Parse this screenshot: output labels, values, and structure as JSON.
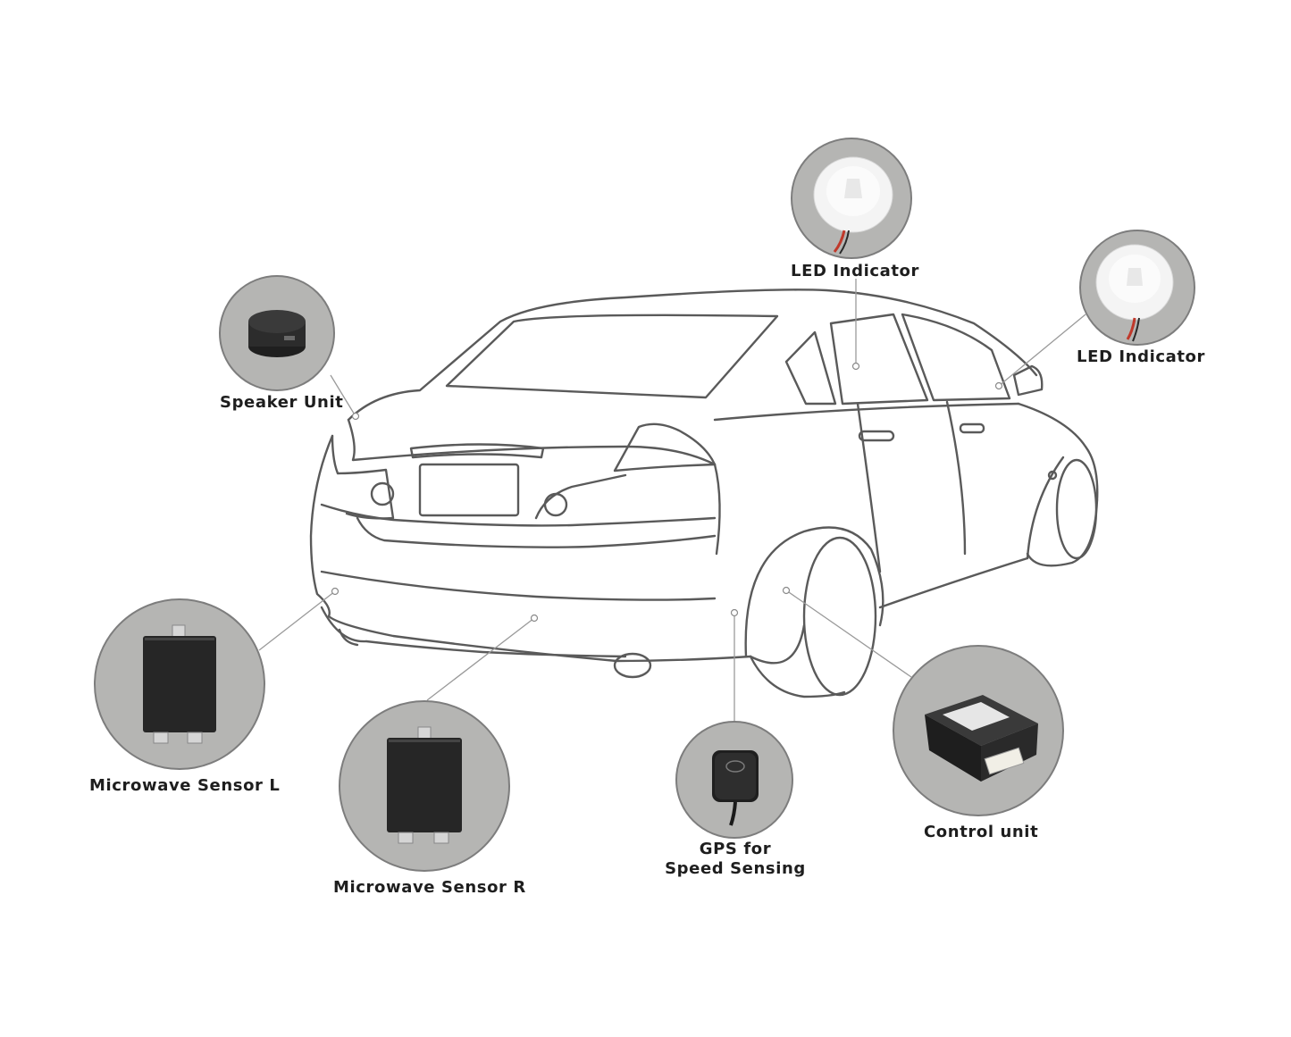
{
  "labels": {
    "speaker": "Speaker Unit",
    "led_top": "LED Indicator",
    "led_right": "LED Indicator",
    "ms_left": "Microwave Sensor L",
    "ms_right": "Microwave Sensor R",
    "gps_line1": "GPS for",
    "gps_line2": "Speed Sensing",
    "control": "Control unit"
  },
  "colors": {
    "car_outline": "#5a5a5a",
    "callout_fill": "#b5b5b3",
    "callout_ring": "#7d7d7d",
    "leader_line": "#9a9a9a",
    "device_dark": "#2a2a2a",
    "led_lens": "#f2f2f2"
  }
}
